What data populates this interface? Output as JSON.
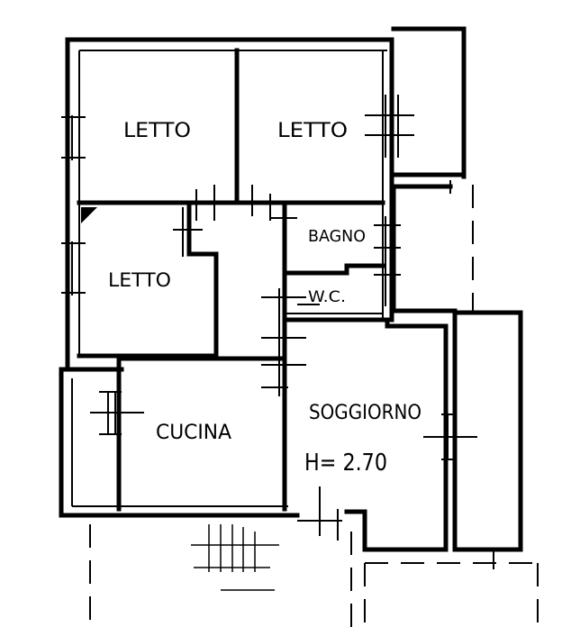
{
  "rooms": {
    "bedroom_1": "LETTO",
    "bedroom_2": "LETTO",
    "bedroom_3": "LETTO",
    "bathroom": "BAGNO",
    "wc": "W.C.",
    "kitchen": "CUCINA",
    "living_room": "SOGGIORNO"
  },
  "ceiling_height": "H= 2.70"
}
